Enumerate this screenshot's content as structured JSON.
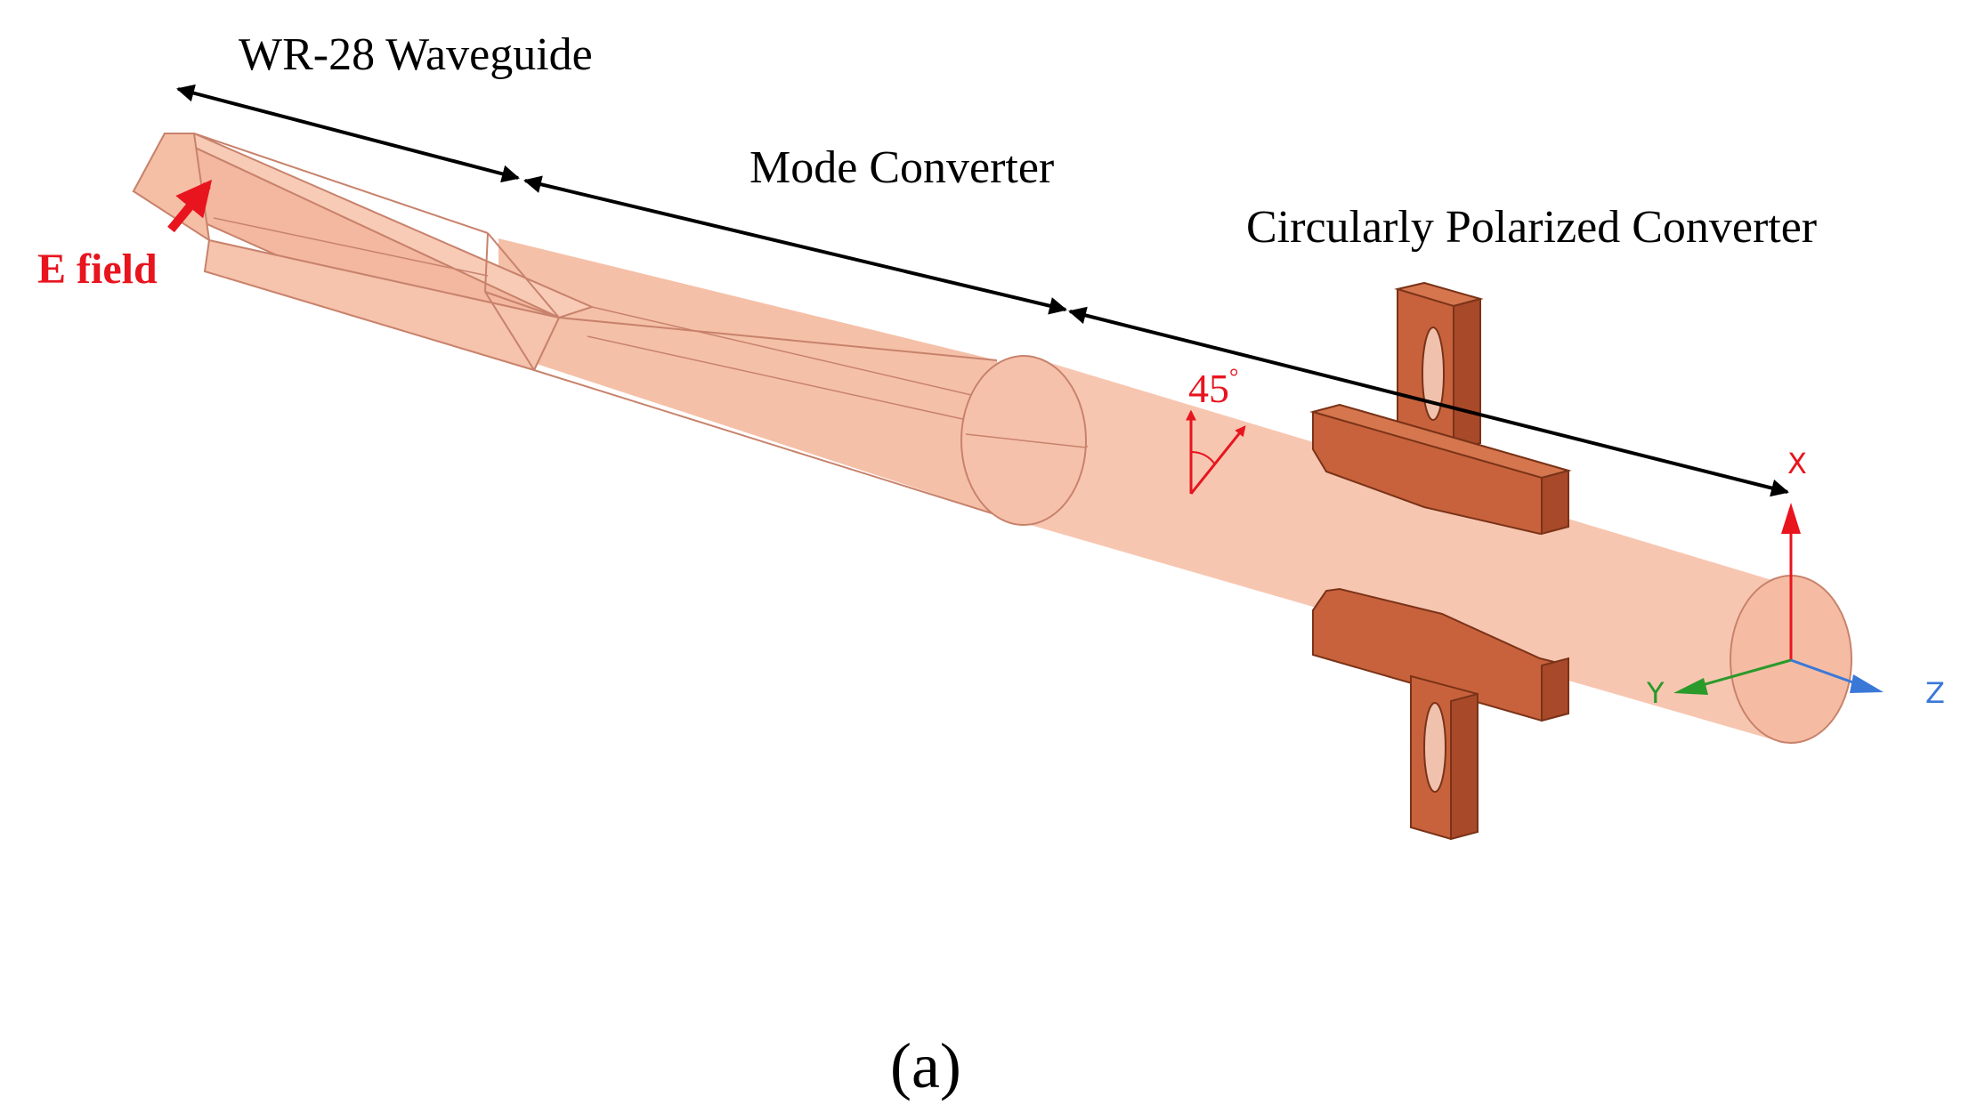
{
  "labels": {
    "waveguide": "WR-28 Waveguide",
    "mode_converter": "Mode Converter",
    "cp_converter": "Circularly Polarized Converter",
    "e_field": "E field",
    "angle": "45",
    "angle_unit": "°",
    "subfigure": "(a)"
  },
  "axes": {
    "x": "X",
    "y": "Y",
    "z": "Z"
  },
  "colors": {
    "waveguide_body": "#f7c4ae",
    "waveguide_edge": "#c8826c",
    "fin_face": "#c8623c",
    "fin_dark": "#a8492a",
    "fin_edge": "#7a3318",
    "e_field": "#e8141e",
    "dimension_arrow": "#000000",
    "axis_x": "#e8141e",
    "axis_y": "#2a9a2a",
    "axis_z": "#3a78d8"
  }
}
